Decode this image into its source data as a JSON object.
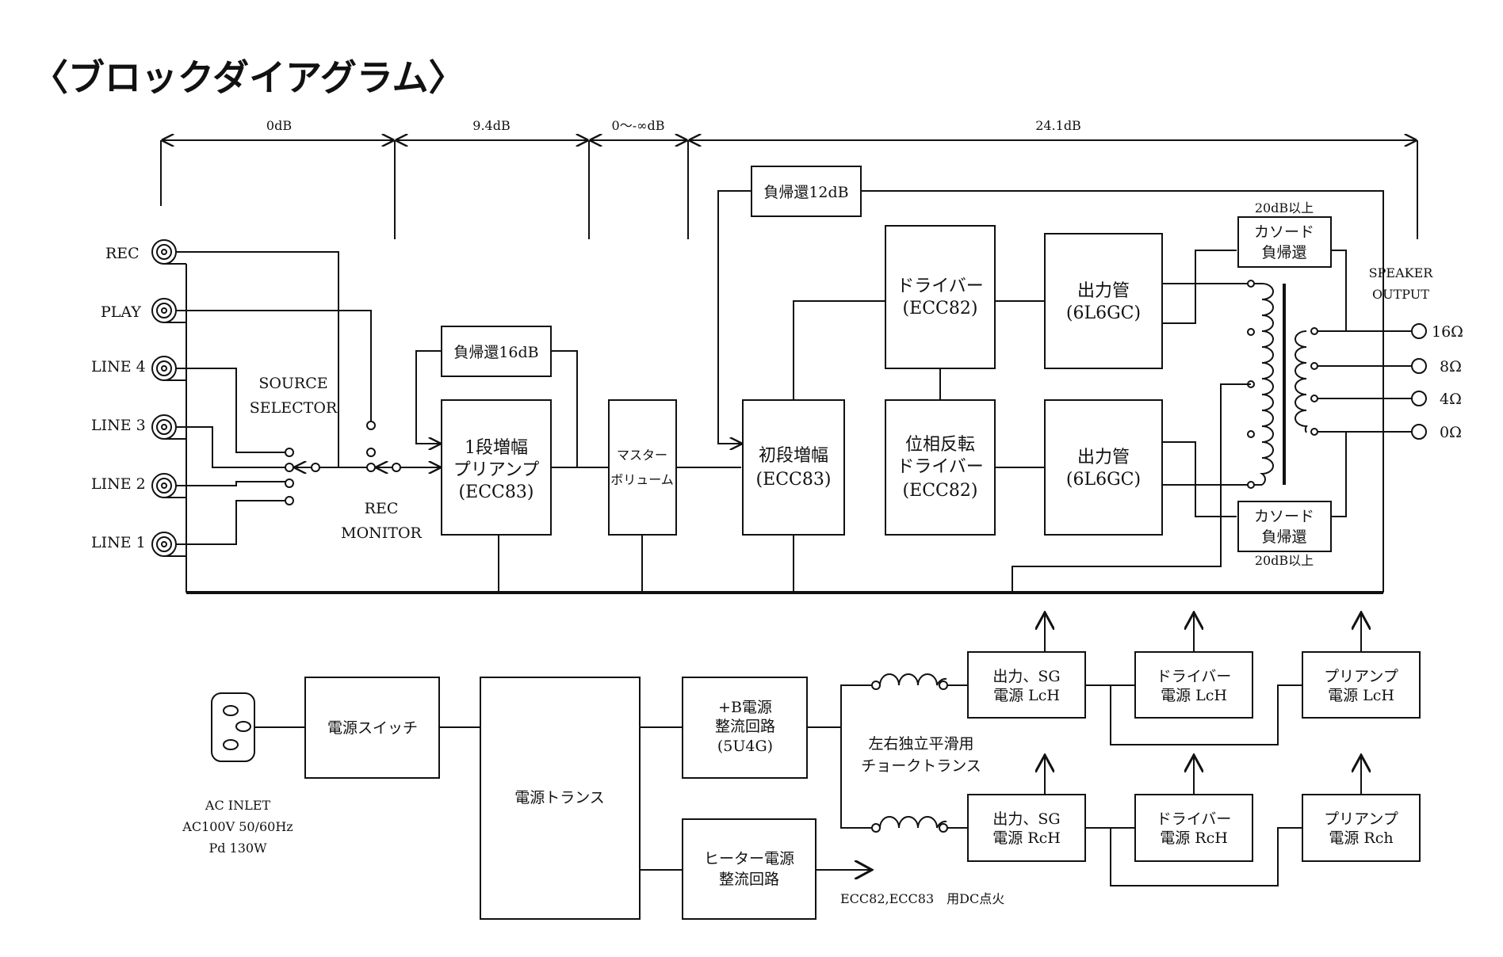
{
  "title": "〈ブロックダイアグラム〉",
  "gains": {
    "g1": "0dB",
    "g2": "9.4dB",
    "g3": "0～-∞dB",
    "g4": "24.1dB"
  },
  "inputs": {
    "rec": "REC",
    "play": "PLAY",
    "line4": "LINE 4",
    "line3": "LINE 3",
    "line2": "LINE 2",
    "line1": "LINE 1"
  },
  "source_selector": {
    "line1": "SOURCE",
    "line2": "SELECTOR"
  },
  "rec_monitor": {
    "line1": "REC",
    "line2": "MONITOR"
  },
  "nfb16": "負帰還16dB",
  "nfb12": "負帰還12dB",
  "preamp": {
    "line1": "1段増幅",
    "line2": "プリアンプ",
    "line3": "(ECC83)"
  },
  "master": {
    "line1": "マスター",
    "line2": "ボリューム"
  },
  "first_stage": {
    "line1": "初段増幅",
    "line2": "(ECC83)"
  },
  "driver": {
    "line1": "ドライバー",
    "line2": "(ECC82)"
  },
  "phase_inv": {
    "line1": "位相反転",
    "line2": "ドライバー",
    "line3": "(ECC82)"
  },
  "out_top": {
    "line1": "出力管",
    "line2": "(6L6GC)"
  },
  "out_bot": {
    "line1": "出力管",
    "line2": "(6L6GC)"
  },
  "cathode_top": {
    "line1": "カソード",
    "line2": "負帰還",
    "note": "20dB以上"
  },
  "cathode_bot": {
    "line1": "カソード",
    "line2": "負帰還",
    "note": "20dB以上"
  },
  "speaker": {
    "line1": "SPEAKER",
    "line2": "OUTPUT",
    "taps": [
      "16Ω",
      "8Ω",
      "4Ω",
      "0Ω"
    ]
  },
  "ac_inlet": {
    "line1": "AC INLET",
    "line2": "AC100V 50/60Hz",
    "line3": "Pd 130W"
  },
  "power_switch": "電源スイッチ",
  "transformer": "電源トランス",
  "bplus": {
    "line1": "+B電源",
    "line2": "整流回路",
    "line3": "(5U4G)"
  },
  "heater": {
    "line1": "ヒーター電源",
    "line2": "整流回路"
  },
  "heater_note": "ECC82,ECC83　用DC点火",
  "choke": {
    "line1": "左右独立平滑用",
    "line2": "チョークトランス"
  },
  "supply_lch": [
    {
      "line1": "出力、SG",
      "line2": "電源 LcH"
    },
    {
      "line1": "ドライバー",
      "line2": "電源 LcH"
    },
    {
      "line1": "プリアンプ",
      "line2": "電源 LcH"
    }
  ],
  "supply_rch": [
    {
      "line1": "出力、SG",
      "line2": "電源 RcH"
    },
    {
      "line1": "ドライバー",
      "line2": "電源 RcH"
    },
    {
      "line1": "プリアンプ",
      "line2": "電源 Rch"
    }
  ]
}
